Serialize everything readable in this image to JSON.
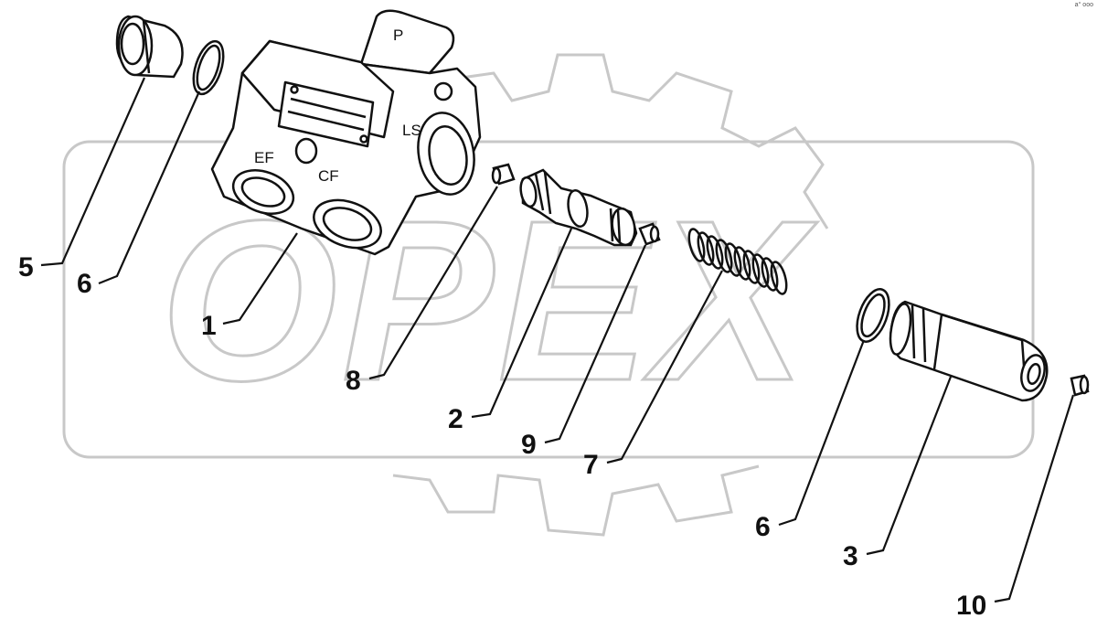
{
  "watermark": {
    "text": "OPEX",
    "color": "#c8c8c8"
  },
  "corner_note": "a° ooo",
  "port_labels": {
    "p": "P",
    "ls": "LS",
    "ef": "EF",
    "cf": "CF"
  },
  "callouts": [
    {
      "id": "c5",
      "label": "5"
    },
    {
      "id": "c6a",
      "label": "6"
    },
    {
      "id": "c1",
      "label": "1"
    },
    {
      "id": "c8",
      "label": "8"
    },
    {
      "id": "c2",
      "label": "2"
    },
    {
      "id": "c9",
      "label": "9"
    },
    {
      "id": "c7",
      "label": "7"
    },
    {
      "id": "c6b",
      "label": "6"
    },
    {
      "id": "c3",
      "label": "3"
    },
    {
      "id": "c10",
      "label": "10"
    }
  ],
  "parts": [
    {
      "number": "1",
      "name": "valve-body"
    },
    {
      "number": "2",
      "name": "spool"
    },
    {
      "number": "3",
      "name": "end-plug"
    },
    {
      "number": "5",
      "name": "plug"
    },
    {
      "number": "6",
      "name": "o-ring"
    },
    {
      "number": "7",
      "name": "spring"
    },
    {
      "number": "8",
      "name": "small-plug"
    },
    {
      "number": "9",
      "name": "small-plug"
    },
    {
      "number": "10",
      "name": "small-plug"
    }
  ]
}
